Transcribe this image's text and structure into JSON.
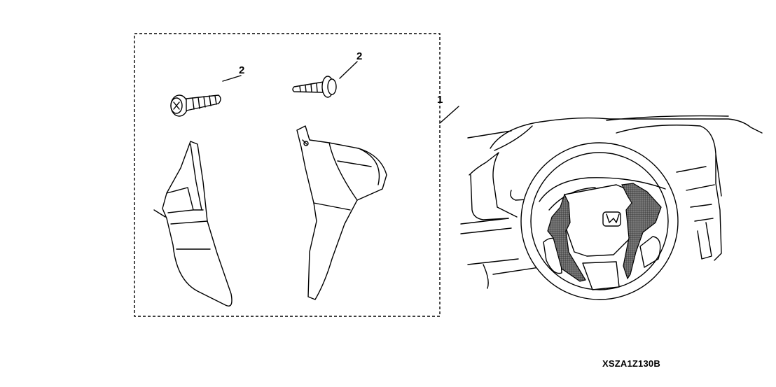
{
  "callouts": {
    "kit": "1",
    "bolt_left": "2",
    "bolt_right": "2"
  },
  "diagram_code": "XSZA1Z130B"
}
